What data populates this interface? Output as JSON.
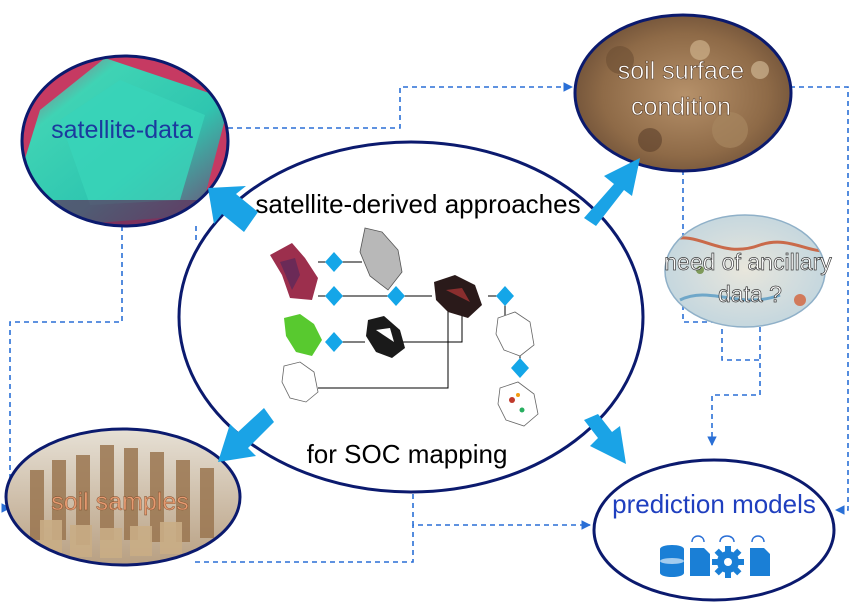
{
  "diagram": {
    "center": {
      "title_top": "satellite-derived  approaches",
      "title_bottom": "for SOC mapping"
    },
    "nodes": {
      "satellite": {
        "label": "satellite-data"
      },
      "soil_surface": {
        "label_line1": "soil surface",
        "label_line2": "condition"
      },
      "ancillary": {
        "label_line1": "need of ancillary",
        "label_line2": "data ?"
      },
      "soil_samples": {
        "label": "soil samples"
      },
      "prediction": {
        "label": "prediction models"
      }
    },
    "colors": {
      "ellipse_stroke": "#0b1a6e",
      "arrow_fill": "#1aa3e6",
      "dashed_line": "#2a6fd6",
      "diamond": "#14a6e8",
      "prediction_text": "#1f3fbf",
      "satellite_text": "#1b3a9e"
    },
    "icons": [
      "database-icon",
      "document-icon",
      "gear-icon",
      "document-icon"
    ]
  }
}
